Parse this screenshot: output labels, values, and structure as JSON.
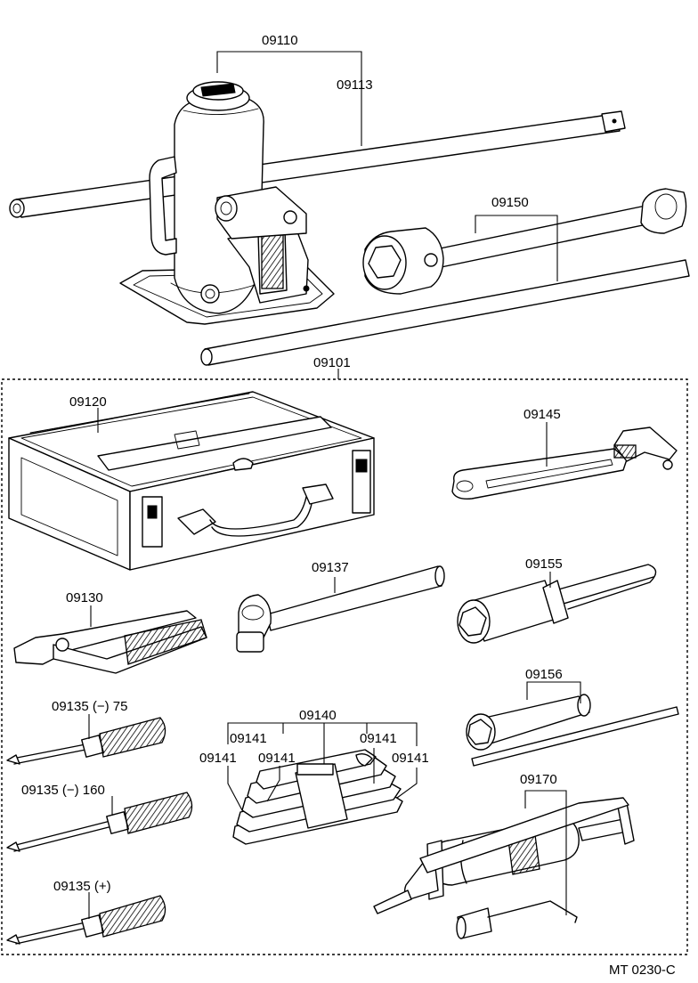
{
  "parts": {
    "jack_assembly": "09110",
    "jack_handle": "09113",
    "hub_nut_wrench": "09150",
    "tool_set": "09101",
    "tool_bag": "09120",
    "adjustable_wrench": "09145",
    "hammer": "09137",
    "plug_wrench": "09155",
    "pliers": "09130",
    "box_wrench": "09156",
    "screwdriver_75": "09135 (−) 75",
    "screwdriver_160": "09135 (−) 160",
    "screwdriver_plus": "09135 (+)",
    "wrench_set": "09140",
    "wrench_a": "09141",
    "wrench_b": "09141",
    "wrench_c": "09141",
    "wrench_d": "09141",
    "wrench_e": "09141",
    "grease_gun": "09170"
  },
  "footer": {
    "diagram_code": "MT 0230-C"
  }
}
